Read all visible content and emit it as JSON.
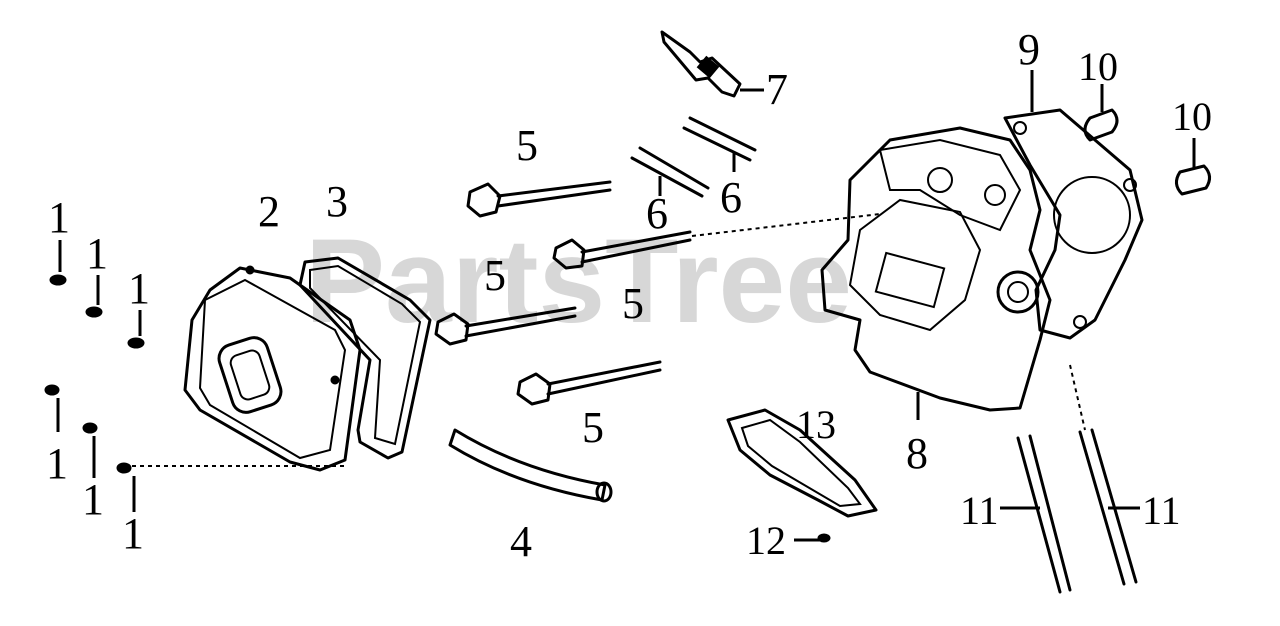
{
  "watermark": "PartsTree",
  "callouts": {
    "c1a": "1",
    "c1b": "1",
    "c1c": "1",
    "c1d": "1",
    "c1e": "1",
    "c1f": "1",
    "c2": "2",
    "c3": "3",
    "c4": "4",
    "c5a": "5",
    "c5b": "5",
    "c5c": "5",
    "c5d": "5",
    "c6a": "6",
    "c6b": "6",
    "c7": "7",
    "c8": "8",
    "c9": "9",
    "c10a": "10",
    "c10b": "10",
    "c11a": "11",
    "c11b": "11",
    "c12": "12",
    "c13": "13"
  }
}
